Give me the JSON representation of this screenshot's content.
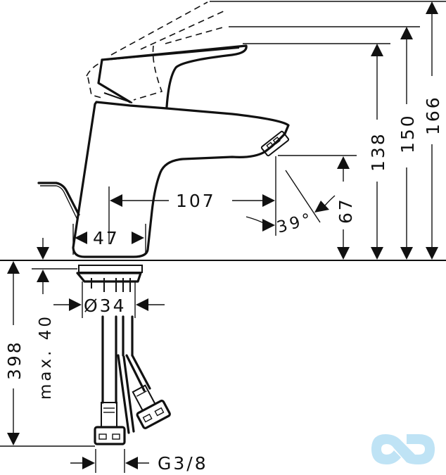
{
  "drawing": {
    "subject": "single-lever basin mixer tap, side elevation",
    "colors": {
      "line": "#111111",
      "background": "#ffffff",
      "watermark": "#bfe3f5"
    },
    "dimensions": {
      "height_total": "166",
      "height_lever_open": "150",
      "height_body": "138",
      "spout_clearance": "67",
      "spout_reach": "107",
      "base_width": "47",
      "spout_angle": "39°",
      "mount_hole_diameter": "Ø34",
      "max_counter_thickness": "max. 40",
      "hose_length": "398",
      "connection_thread": "G3/8"
    }
  },
  "watermark": {
    "icon": "infinity-logo-icon"
  }
}
